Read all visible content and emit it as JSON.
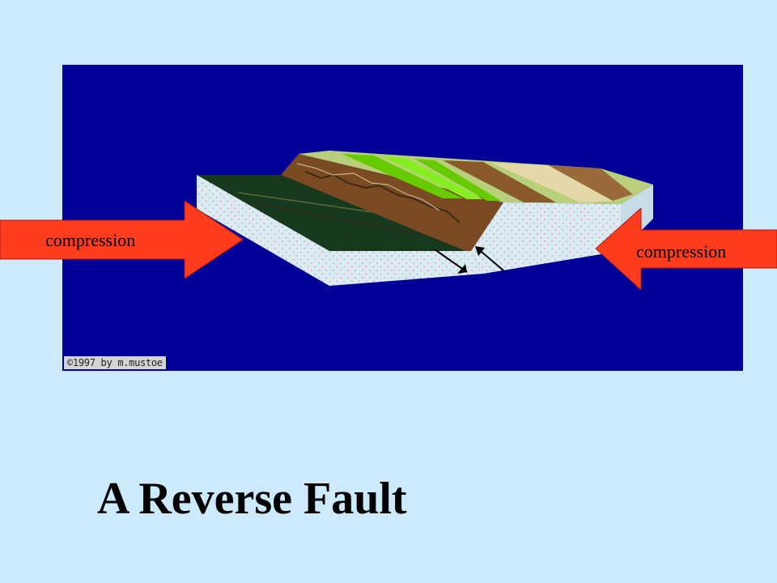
{
  "slide": {
    "title": "A Reverse Fault",
    "background_color": "#cdeafd"
  },
  "diagram": {
    "background_color": "#000099",
    "credit": "©1997 by m.mustoe",
    "arrows": [
      {
        "direction": "right",
        "label": "compression",
        "color": "#ff3c1e"
      },
      {
        "direction": "left",
        "label": "compression",
        "color": "#ff3c1e"
      }
    ]
  }
}
